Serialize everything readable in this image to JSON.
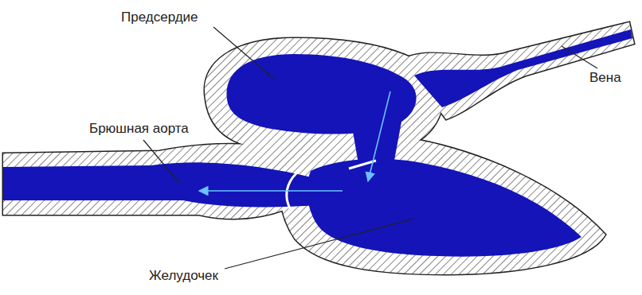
{
  "diagram": {
    "labels": [
      "Предсердие",
      "Вена",
      "Брюшная аорта",
      "Желудочек"
    ]
  }
}
